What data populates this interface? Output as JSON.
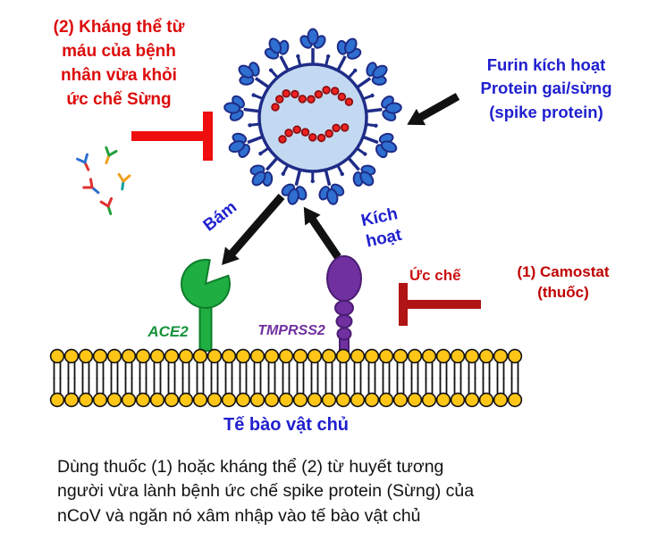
{
  "annotations": {
    "antibody_note": "(2) Kháng thể từ\nmáu của bệnh\nnhân vừa khỏi\nức chế Sừng",
    "furin_note": "Furin kích hoạt\nProtein gai/sừng\n(spike protein)",
    "attach_label": "Bám",
    "activate_label": "Kích\nhoạt",
    "ace2_label": "ACE2",
    "tmprss2_label": "TMPRSS2",
    "inhibit_label": "Ức chế",
    "camostat_label": "(1) Camostat\n(thuốc)",
    "host_cell_label": "Tế bào vật chủ",
    "caption": "Dùng thuốc (1) hoặc kháng thể (2) từ huyết tương\nngười vừa lành bệnh ức chế spike protein (Sừng) của\nnCoV và ngăn nó xâm nhập vào tế bào vật chủ"
  },
  "icons": {
    "virus": "coronavirus-particle",
    "antibodies": "antibody-y-icons",
    "inhibitor_left": "t-bar-inhibitor",
    "inhibitor_right": "t-bar-inhibitor",
    "membrane": "lipid-bilayer"
  },
  "colors": {
    "red_text": "#dd0b0b",
    "bright_red_bar": "#ee0e0e",
    "dark_red_bar": "#b01414",
    "blue_text": "#1f1fcf",
    "green_receptor": "#1fae42",
    "purple_protein": "#7030a0",
    "virus_outline": "#1f2c87",
    "spike_fill": "#2e6fd0",
    "virus_body": "#c3d9f2",
    "rna_red": "#ee2222",
    "lipid_yellow": "#ffc517",
    "arrow_black": "#111111"
  }
}
